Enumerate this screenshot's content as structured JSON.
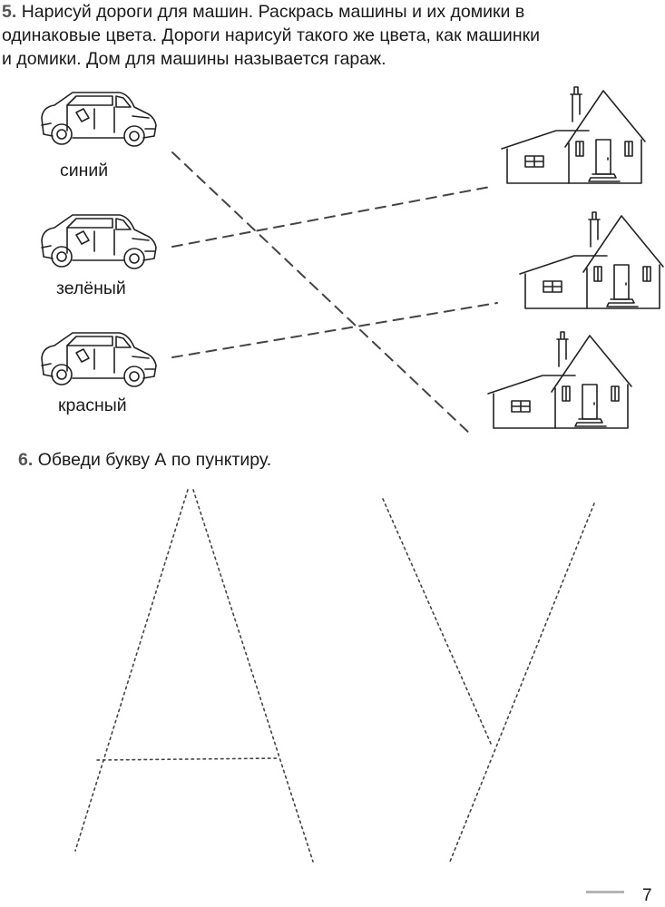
{
  "task5": {
    "number": "5.",
    "line1": "Нарисуй дороги для машин. Раскрась машины и их домики в",
    "line2": "одинаковые цвета. Дороги нарисуй такого же цвета, как машинки",
    "line3": "и домики. Дом для машины называется гараж."
  },
  "cars": [
    {
      "label": "синий"
    },
    {
      "label": "зелёный"
    },
    {
      "label": "красный"
    }
  ],
  "task6": {
    "number": "6.",
    "text": "Обведи букву А по пунктиру."
  },
  "page": {
    "number": "7"
  }
}
